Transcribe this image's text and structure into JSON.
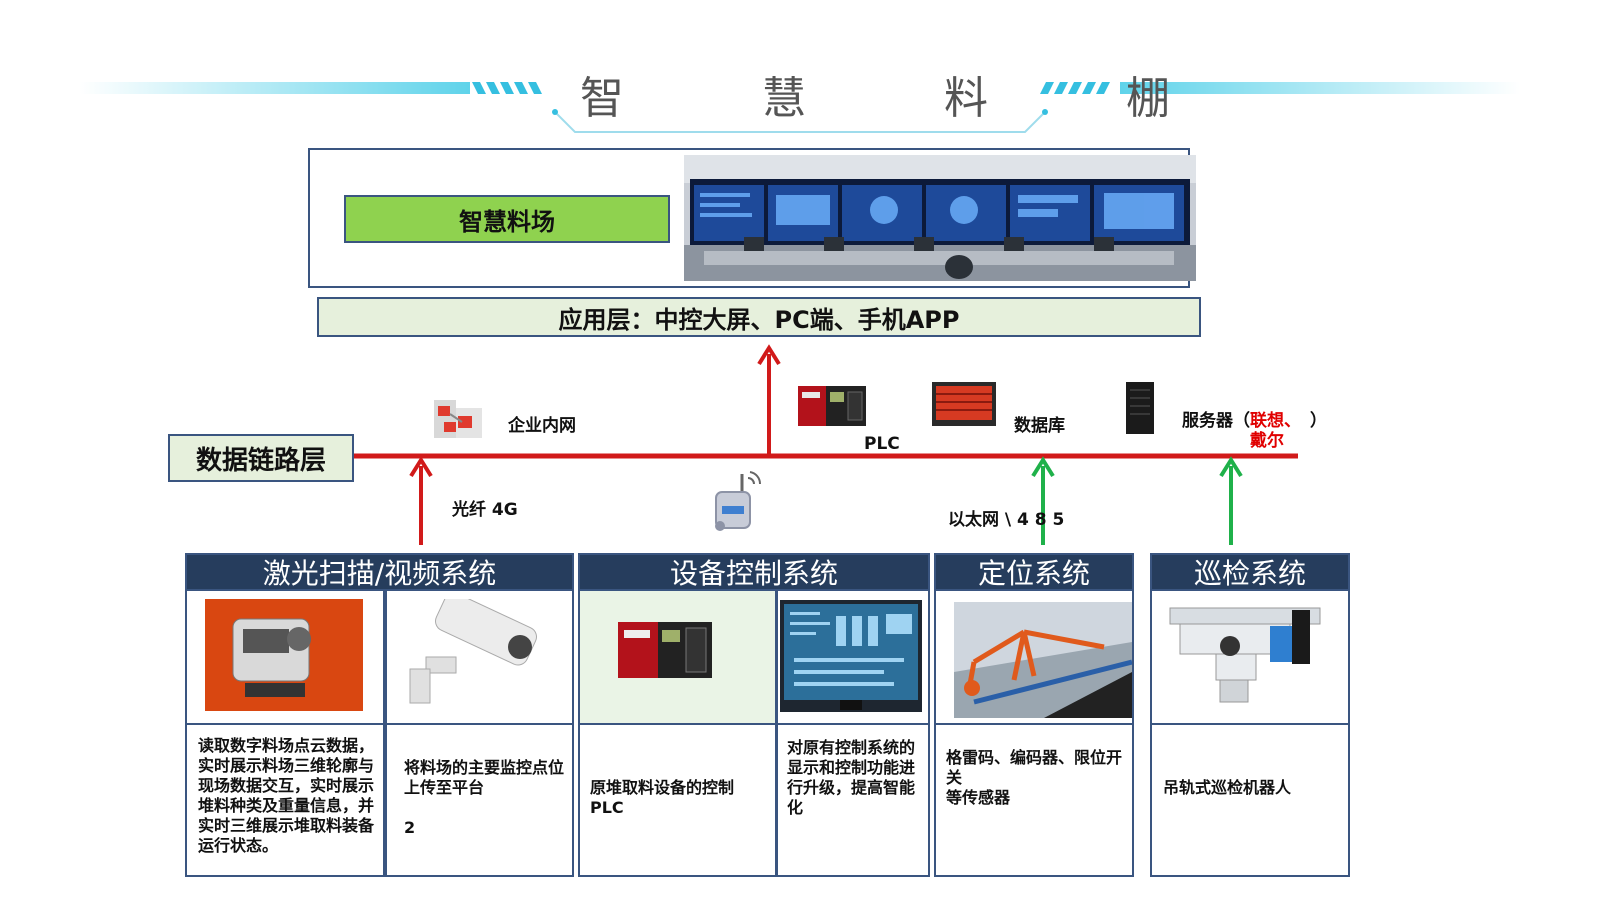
{
  "header": {
    "title": "智 慧 料 棚"
  },
  "top": {
    "smart_yard_label": "智慧料场",
    "image_name": "control-room-photo"
  },
  "application_layer": {
    "label": "应用层：中控大屏、PC端、手机APP"
  },
  "data_link_layer": {
    "label": "数据链路层",
    "items": {
      "intranet": "企业内网",
      "plc": "PLC",
      "database": "数据库",
      "server_prefix": "服务器（",
      "server_brands": "联想、戴尔",
      "server_suffix": "）"
    },
    "links": {
      "fiber": "光纤 4G",
      "ethernet": "以太网 \\ 4 8 5"
    }
  },
  "systems": [
    {
      "title": "激光扫描/视频系统",
      "cells": [
        {
          "text": "读取数字料场点云数据，实时展示料场三维轮廓与现场数据交互，实时展示堆料种类及重量信息，并实时三维展示堆取料装备运行状态。"
        },
        {
          "text": "将料场的主要监控点位上传至平台",
          "note": "2"
        }
      ]
    },
    {
      "title": "设备控制系统",
      "cells": [
        {
          "text": "原堆取料设备的控制PLC"
        },
        {
          "text": "对原有控制系统的显示和控制功能进行升级，提高智能化"
        }
      ]
    },
    {
      "title": "定位系统",
      "cells": [
        {
          "text": "格雷码、编码器、限位开关\n等传感器"
        }
      ]
    },
    {
      "title": "巡检系统",
      "cells": [
        {
          "text": "吊轨式巡检机器人"
        }
      ]
    }
  ],
  "colors": {
    "bus_red": "#d11a1a",
    "arrow_green": "#1fb14a",
    "header_navy": "#263d5d",
    "green_box": "#8fd24f"
  }
}
